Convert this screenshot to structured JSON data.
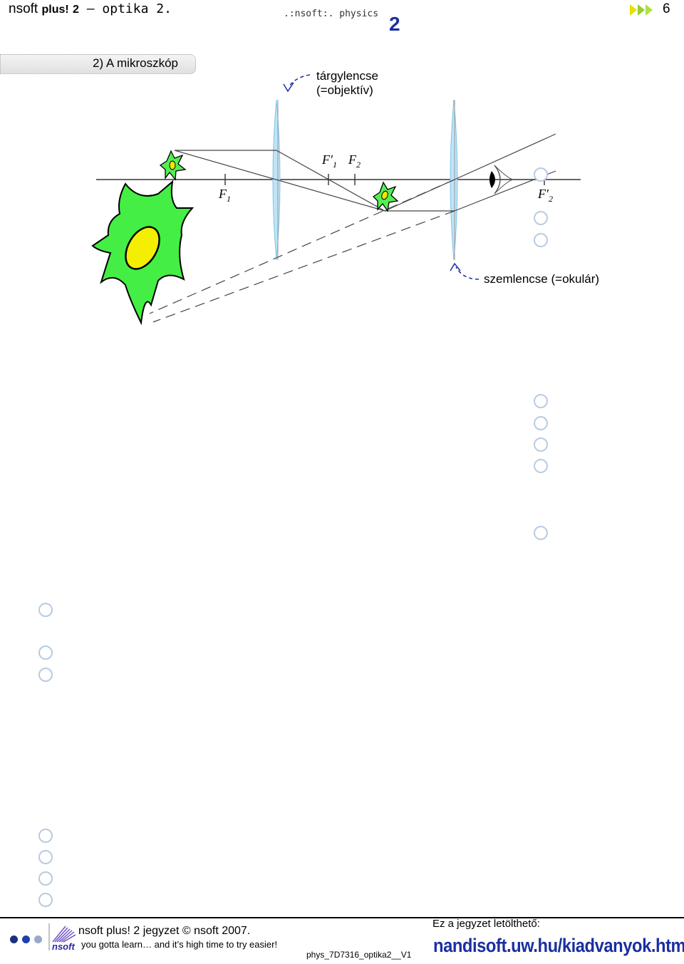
{
  "header": {
    "brand": "nsoft",
    "plus": "plus!",
    "num": "2",
    "dash": " – ",
    "topic": "optika 2.",
    "page_number": "6",
    "logo_text": ".:nsoft:. physics",
    "logo_number": "2"
  },
  "section": {
    "title": "2)  A mikroszkóp"
  },
  "diagram": {
    "objective_label_1": "tárgylencse",
    "objective_label_2": "(=objektív)",
    "eyepiece_label": "szemlencse (=okulár)",
    "f1": "F",
    "f1_sub": "1",
    "f1p": "F′",
    "f1p_sub": "1",
    "f2": "F",
    "f2_sub": "2",
    "f2p": "F′",
    "f2p_sub": "2"
  },
  "footer": {
    "line1": "nsoft plus! 2 jegyzet © nsoft 2007.",
    "line2": "you gotta learn… and it’s high time to try easier!",
    "doc_id": "phys_7D7316_optika2__V1",
    "download_label": "Ez a jegyzet letölthető:",
    "url": "nandisoft.uw.hu/kiadvanyok.htm",
    "logo_text": "nsoft"
  },
  "colors": {
    "accent_blue": "#1a2fa0",
    "cell_green": "#44ee44",
    "nucleus_yellow": "#f0e800",
    "lens_blue": "#a8d8f0"
  }
}
